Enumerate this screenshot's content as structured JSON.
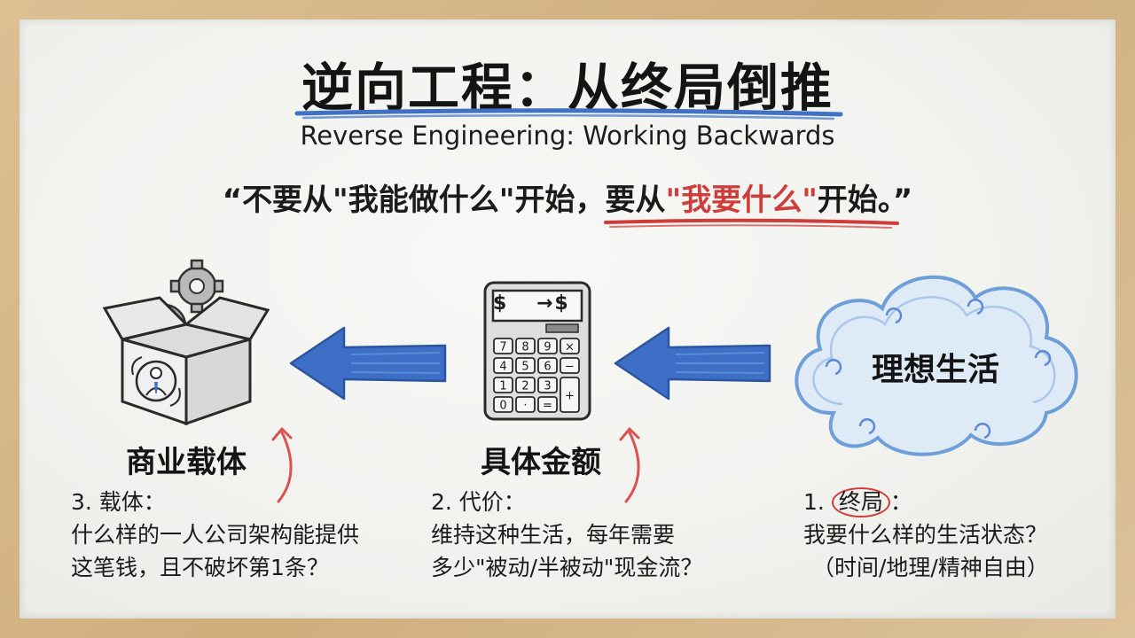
{
  "title": "逆向工程：从终局倒推",
  "subtitle": "Reverse Engineering: Working Backwards",
  "quote": {
    "part1": "“不要从\"我能做什么\"开始，要从",
    "highlight": "\"我要什么\"",
    "part2": "开始。”"
  },
  "stages": {
    "vehicle": {
      "label": "商业载体",
      "note_line1": "3. 载体：",
      "note_line2": "什么样的一人公司架构能提供",
      "note_line3": "这笔钱，且不破坏第1条？"
    },
    "amount": {
      "label": "具体金额",
      "note_line1": "2. 代价：",
      "note_line2": "维持这种生活，每年需要",
      "note_line3": "多少\"被动/半被动\"现金流？"
    },
    "ideal": {
      "label": "理想生活",
      "note_prefix": "1. ",
      "note_circled": "终局",
      "note_suffix": "：",
      "note_line2": "我要什么样的生活状态？",
      "note_line3": "（时间/地理/精神自由）"
    }
  },
  "calculator": {
    "display_left": "$",
    "display_arrow": "→",
    "display_right": "$",
    "keys": [
      "7",
      "8",
      "9",
      "×",
      "4",
      "5",
      "6",
      "−",
      "1",
      "2",
      "3",
      "+",
      "0",
      "·",
      "="
    ]
  },
  "colors": {
    "accent_blue": "#3f72c4",
    "arrow_blue": "#3d6fc6",
    "highlight_red": "#cf3d3a",
    "cloud_blue": "#6e9fd8",
    "frame_wood": "#d6b98c"
  },
  "icons": [
    "box-icon",
    "gear-icon",
    "person-icon",
    "calculator-icon",
    "cloud-icon",
    "arrow-left-icon",
    "curved-arrow-icon"
  ]
}
